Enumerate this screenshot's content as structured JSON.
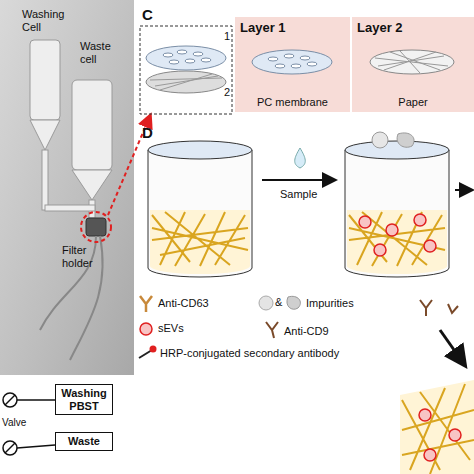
{
  "diagram": {
    "nodes": [
      {
        "text": [
          "Layer 1",
          "PC membrane"
        ]
      },
      {
        "text": [
          "Layer 2",
          "Paper"
        ]
      },
      {
        "text": [
          "Washing PBST"
        ]
      },
      {
        "text": [
          "Waste"
        ]
      }
    ],
    "labels": [
      "C",
      "D",
      "Washing Cell",
      "Waste cell",
      "Filter holder",
      "Valve",
      "1",
      "2",
      "Sample",
      "&"
    ],
    "legend": [
      {
        "text": "Anti-CD63"
      },
      {
        "text": "Impurities"
      },
      {
        "text": "sEVs"
      },
      {
        "text": "Anti-CD9"
      },
      {
        "text": "HRP-conjugated secondary antibody"
      }
    ]
  }
}
